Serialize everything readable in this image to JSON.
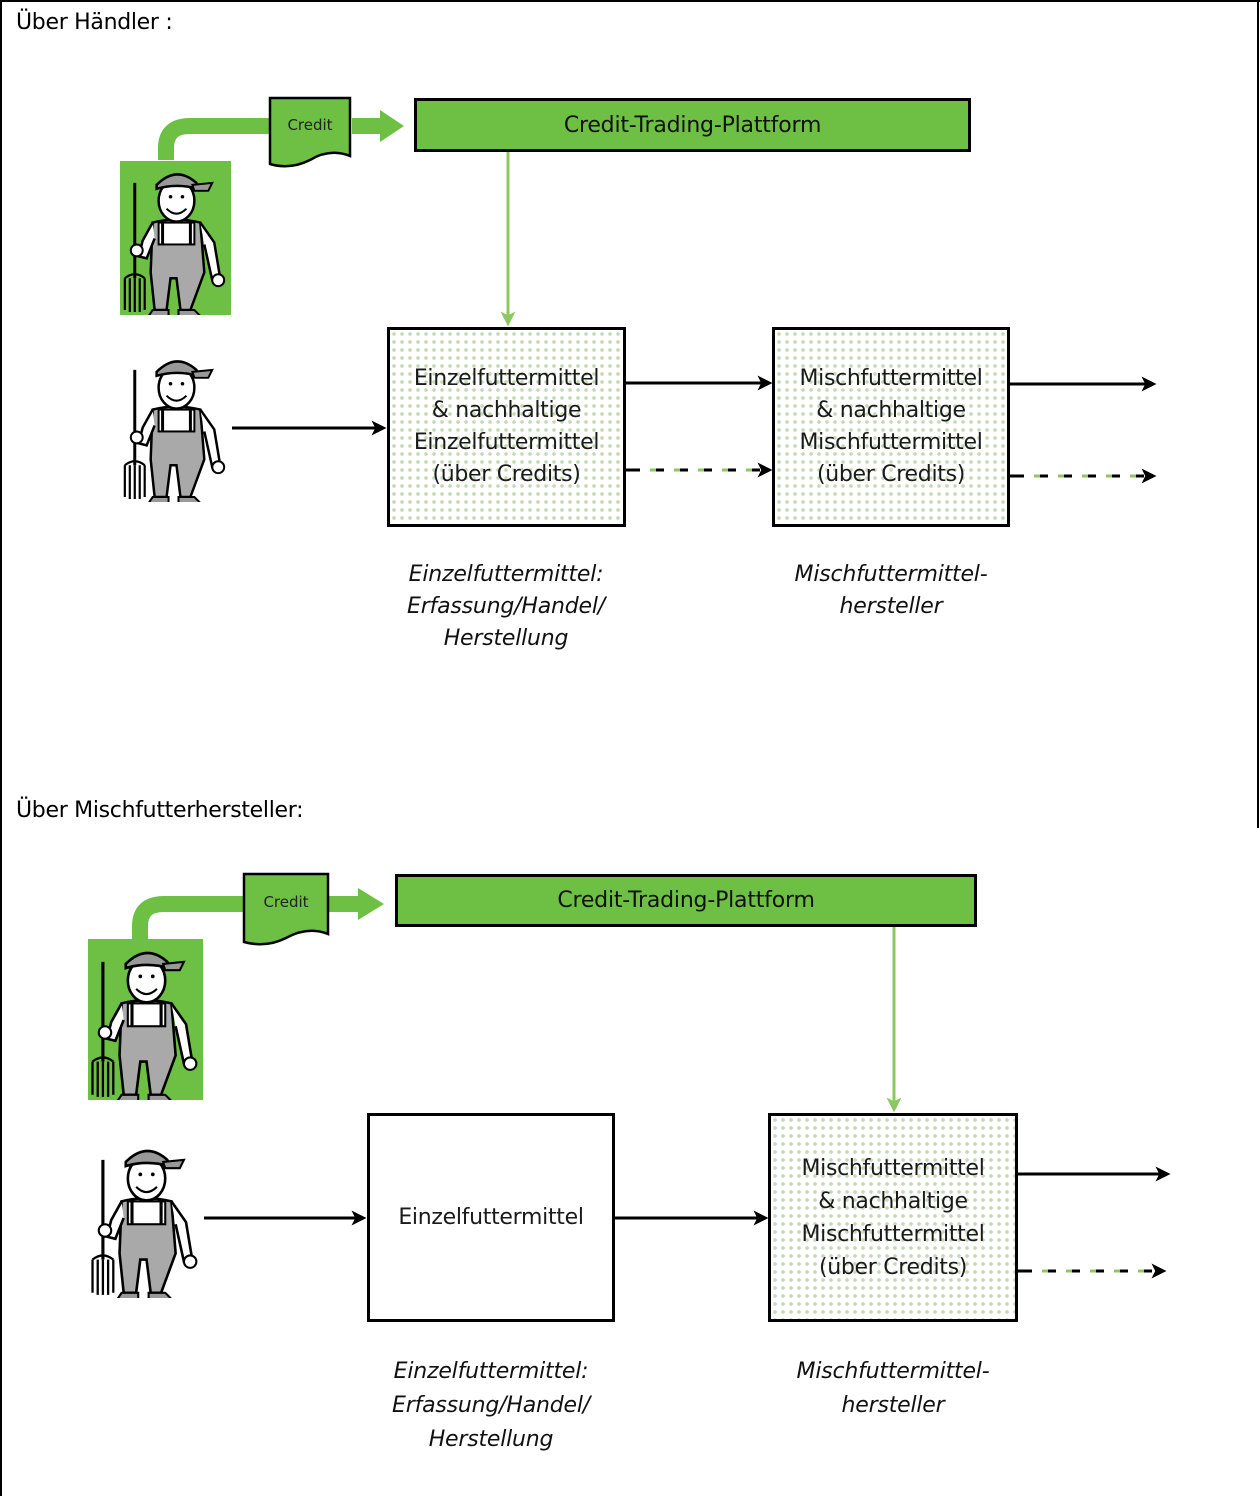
{
  "sections": [
    {
      "title": "Über Händler :",
      "credit_label": "Credit",
      "platform_label": "Credit-Trading-Plattform",
      "box1_lines": [
        "Einzelfuttermittel",
        "& nachhaltige",
        "Einzelfuttermittel",
        "(über Credits)"
      ],
      "box2_lines": [
        "Mischfuttermittel",
        "& nachhaltige",
        "Mischfuttermittel",
        "(über Credits)"
      ],
      "caption1_lines": [
        "Einzelfuttermittel:",
        "Erfassung/Handel/",
        "Herstellung"
      ],
      "caption2_lines": [
        "Mischfuttermittel-",
        "hersteller"
      ]
    },
    {
      "title": "Über Mischfutterhersteller:",
      "credit_label": "Credit",
      "platform_label": "Credit-Trading-Plattform",
      "box1_lines": [
        "Einzelfuttermittel"
      ],
      "box2_lines": [
        "Mischfuttermittel",
        "& nachhaltige",
        "Mischfuttermittel",
        "(über Credits)"
      ],
      "caption1_lines": [
        "Einzelfuttermittel:",
        "Erfassung/Handel/",
        "Herstellung"
      ],
      "caption2_lines": [
        "Mischfuttermittel-",
        "hersteller"
      ]
    }
  ],
  "colors": {
    "green": "#6dc043",
    "green_arrow": "#8cc860",
    "dot_pattern": "#c4dbb5",
    "black": "#000000"
  },
  "icons": [
    "farmer-icon",
    "credit-document-icon",
    "arrow-icon"
  ]
}
